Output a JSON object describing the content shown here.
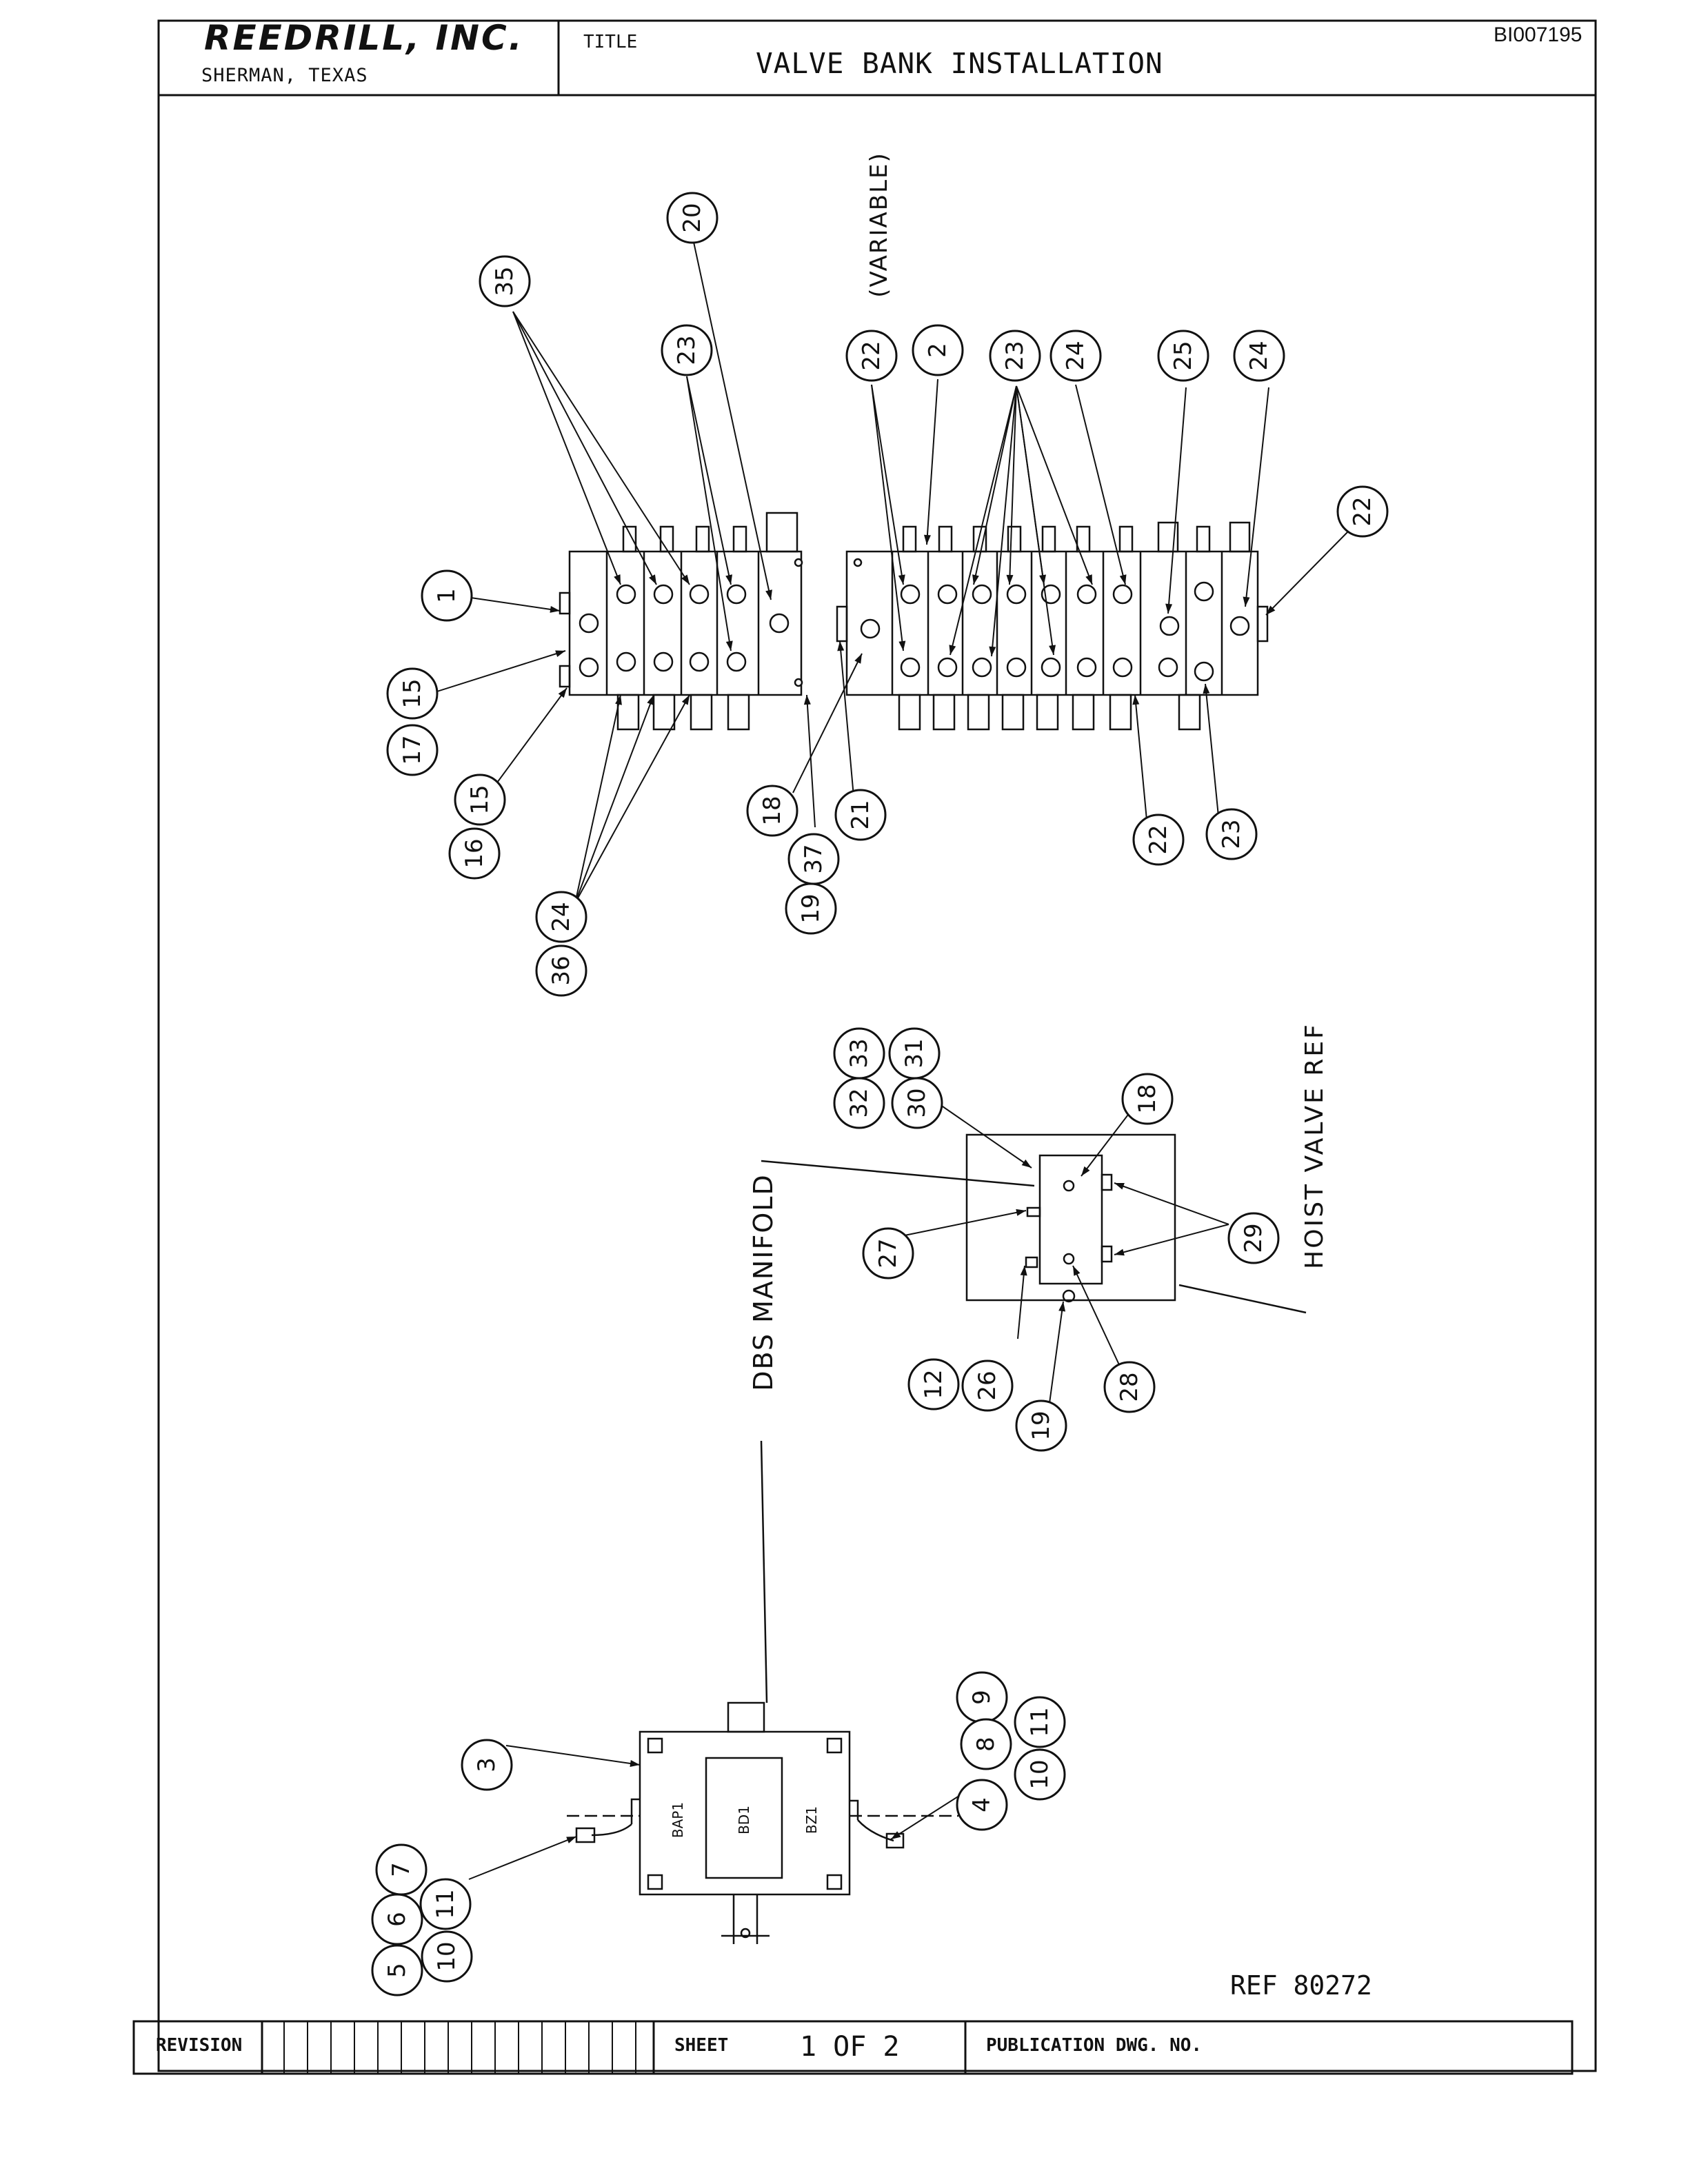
{
  "title_block": {
    "company": "REEDRILL, INC.",
    "location": "SHERMAN, TEXAS",
    "title_label": "TITLE",
    "title": "VALVE BANK INSTALLATION",
    "doc_id": "BI007195"
  },
  "footer": {
    "revision_label": "REVISION",
    "sheet_label": "SHEET",
    "sheet_value": "1 OF 2",
    "publication_label": "PUBLICATION DWG. NO."
  },
  "reference": "REF 80272",
  "annotations": {
    "variable": "(VARIABLE)",
    "dbs_manifold": "DBS MANIFOLD",
    "hoist_valve_ref": "HOIST VALVE REF"
  },
  "body_labels": {
    "bap1": "BAP1",
    "bd1": "BD1",
    "bz1": "BZ1"
  },
  "callouts": [
    "35",
    "20",
    "23",
    "22",
    "2",
    "23",
    "24",
    "25",
    "24",
    "22",
    "1",
    "15",
    "17",
    "15",
    "16",
    "24",
    "36",
    "18",
    "37",
    "19",
    "21",
    "22",
    "23",
    "33",
    "31",
    "32",
    "30",
    "18",
    "29",
    "27",
    "12",
    "26",
    "28",
    "19",
    "3",
    "9",
    "8",
    "11",
    "10",
    "4",
    "7",
    "6",
    "11",
    "10",
    "5"
  ]
}
